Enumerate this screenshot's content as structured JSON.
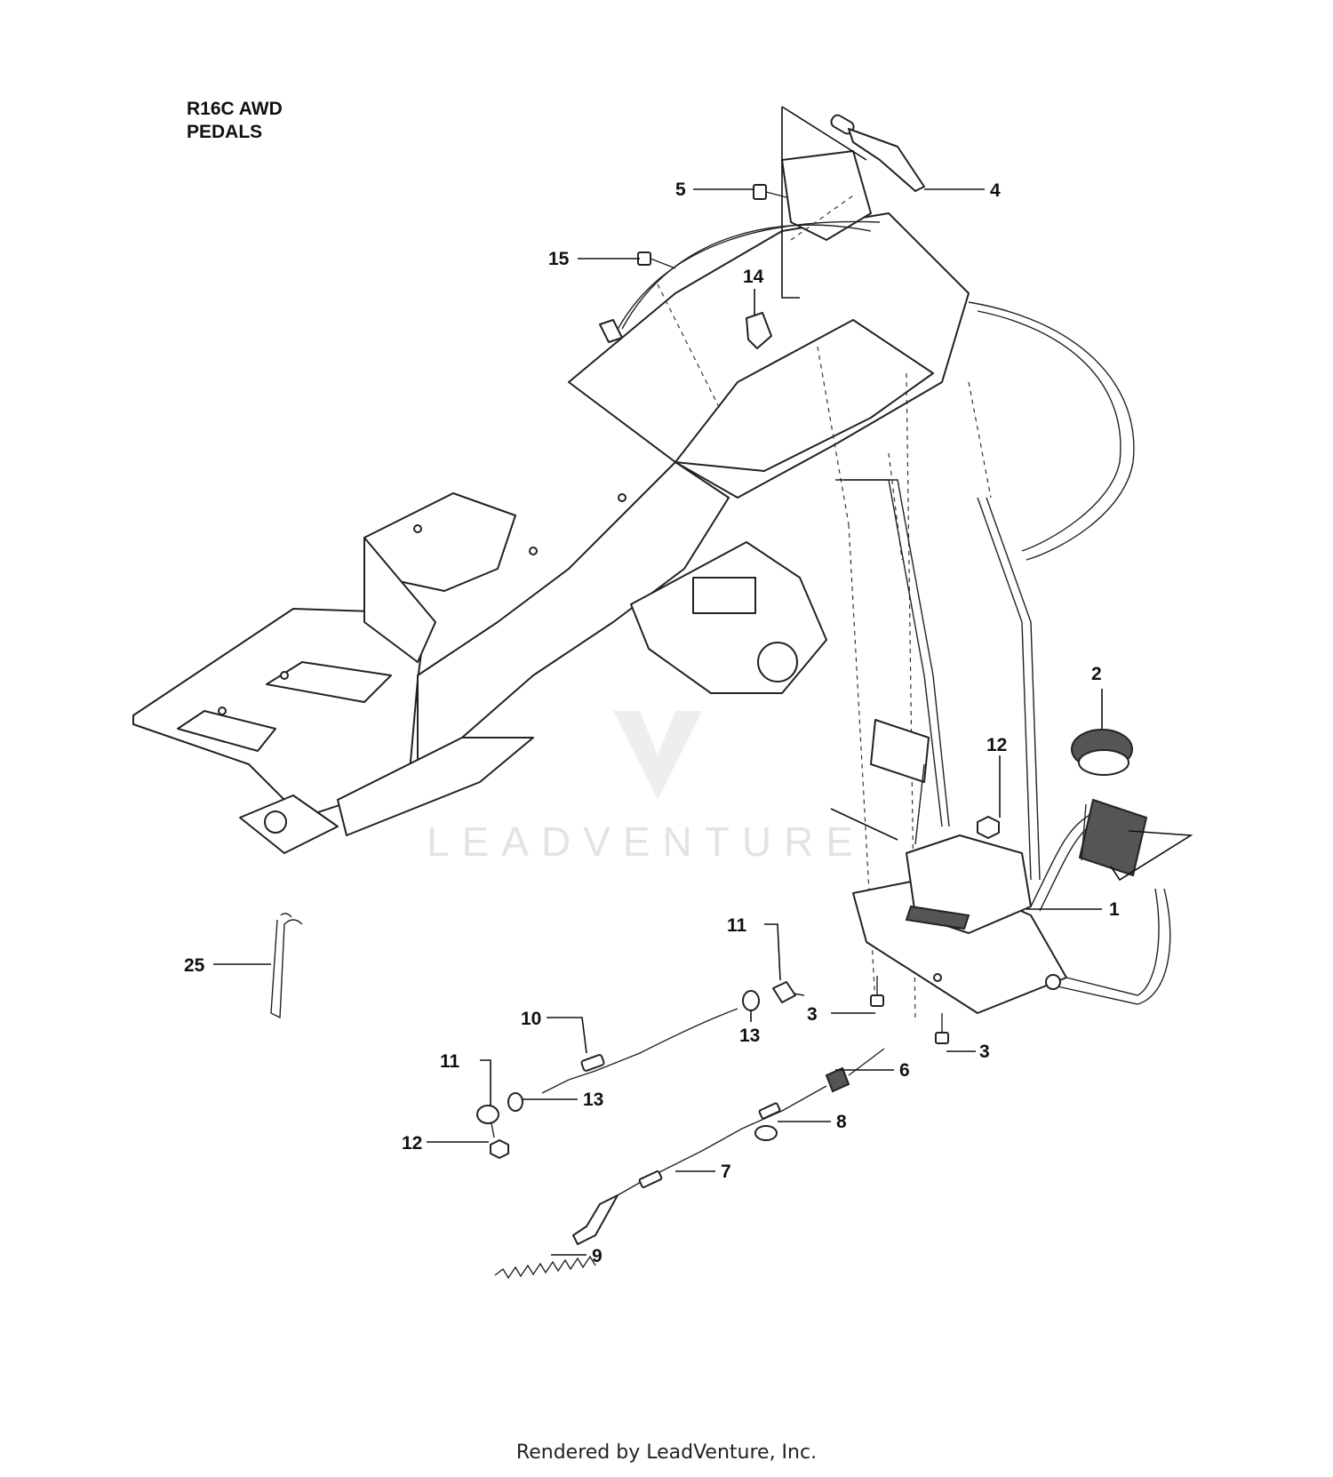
{
  "header": {
    "model": "R16C AWD",
    "section": "PEDALS"
  },
  "footer": {
    "text": "Rendered by LeadVenture, Inc."
  },
  "watermark": {
    "text": "LEADVENTURE"
  },
  "callouts": [
    "1",
    "2",
    "3",
    "3",
    "4",
    "5",
    "6",
    "7",
    "8",
    "9",
    "10",
    "11",
    "11",
    "12",
    "12",
    "13",
    "13",
    "14",
    "15",
    "25"
  ]
}
